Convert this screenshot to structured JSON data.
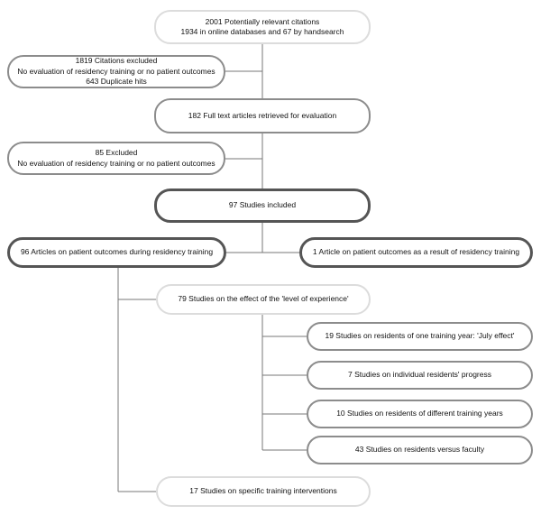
{
  "flowchart": {
    "nodes": {
      "potentially_relevant": {
        "lines": [
          "2001 Potentially relevant citations",
          "1934 in online databases and 67 by handsearch"
        ]
      },
      "citations_excluded": {
        "lines": [
          "1819 Citations excluded",
          "No evaluation of residency training or no patient outcomes",
          "643 Duplicate hits"
        ]
      },
      "full_text_retrieved": {
        "lines": [
          "182 Full text articles retrieved for evaluation"
        ]
      },
      "excluded": {
        "lines": [
          "85 Excluded",
          "No evaluation of residency training or no patient outcomes"
        ]
      },
      "studies_included": {
        "lines": [
          "97 Studies included"
        ]
      },
      "during_training": {
        "lines": [
          "96 Articles on patient outcomes during residency training"
        ]
      },
      "result_of_training": {
        "lines": [
          "1 Article on patient outcomes as a result of residency training"
        ]
      },
      "level_of_experience": {
        "lines": [
          "79 Studies on the effect of the 'level of experience'"
        ]
      },
      "july_effect": {
        "lines": [
          "19 Studies on residents of one training year: 'July effect'"
        ]
      },
      "individual_progress": {
        "lines": [
          "7 Studies on individual residents' progress"
        ]
      },
      "different_years": {
        "lines": [
          "10 Studies on residents of different training years"
        ]
      },
      "residents_vs_faculty": {
        "lines": [
          "43 Studies on residents versus faculty"
        ]
      },
      "training_interventions": {
        "lines": [
          "17 Studies on specific training interventions"
        ]
      }
    }
  }
}
